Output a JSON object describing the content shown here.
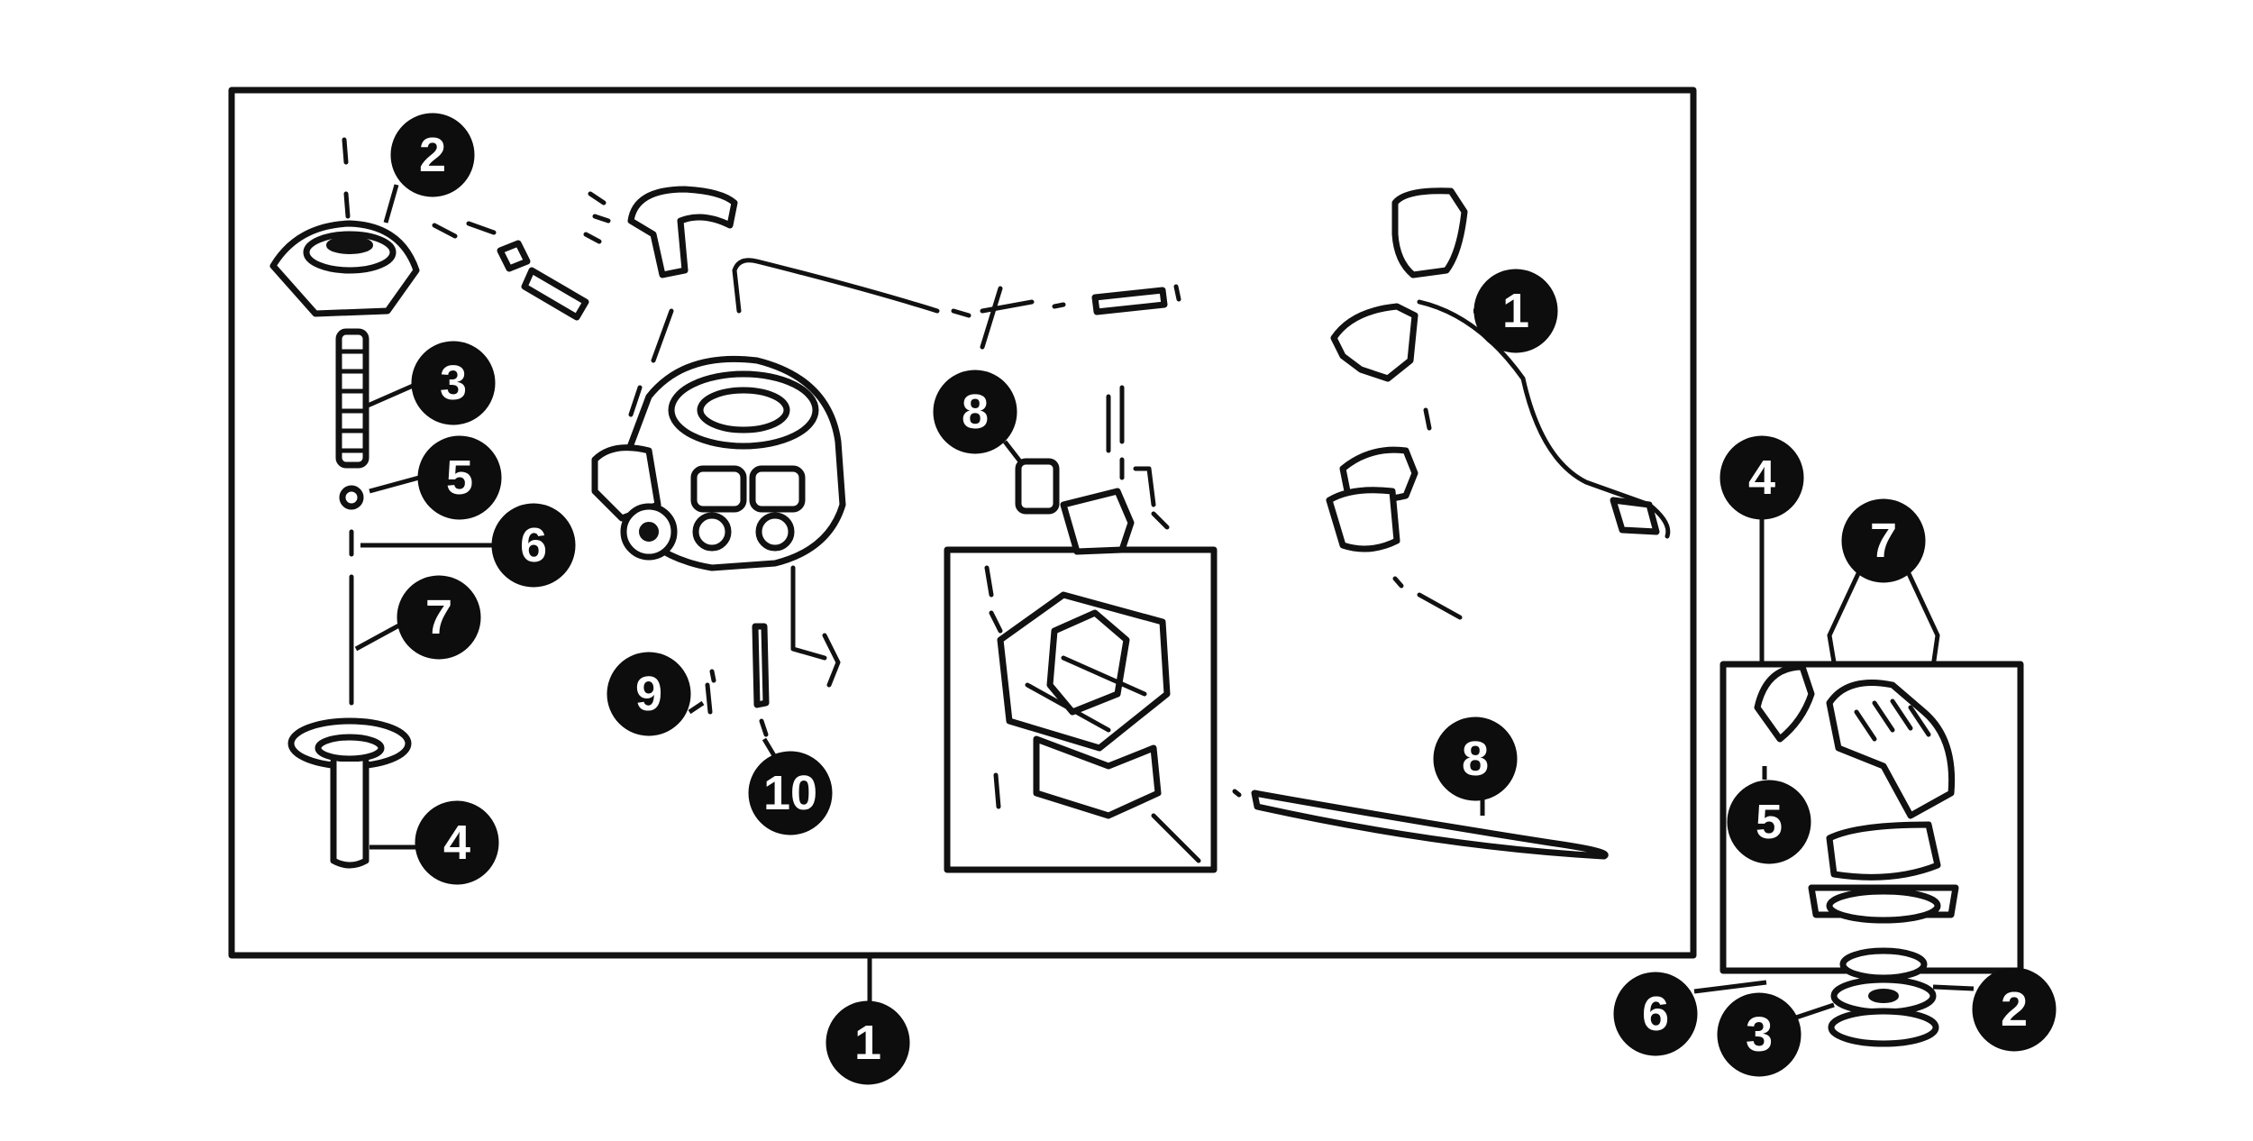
{
  "colors": {
    "ink": "#111111",
    "background": "#ffffff",
    "callout_fill": "#0d0d0d",
    "callout_text": "#ffffff"
  },
  "callouts": {
    "main_assembly": "1",
    "main_1": "1",
    "main_2": "2",
    "main_3": "3",
    "main_4": "4",
    "main_5": "5",
    "main_6": "6",
    "main_7": "7",
    "main_8a": "8",
    "main_8b": "8",
    "main_9": "9",
    "main_10": "10",
    "side_2": "2",
    "side_3": "3",
    "side_4": "4",
    "side_5": "5",
    "side_6": "6",
    "side_7": "7"
  }
}
